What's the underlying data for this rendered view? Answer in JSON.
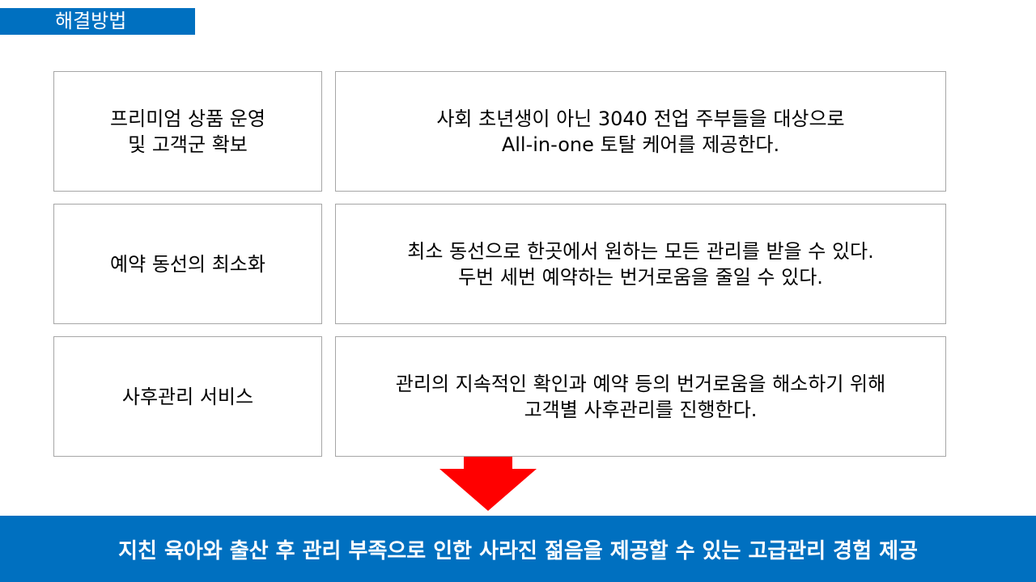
{
  "header": {
    "title": "해결방법"
  },
  "rows": [
    {
      "label": "프리미엄 상품 운영\n및 고객군 확보",
      "description": "사회 초년생이 아닌 3040 전업 주부들을 대상으로\nAll-in-one 토탈 케어를 제공한다."
    },
    {
      "label": "예약 동선의 최소화",
      "description": "최소 동선으로 한곳에서 원하는 모든 관리를 받을 수 있다.\n두번 세번 예약하는 번거로움을 줄일 수 있다."
    },
    {
      "label": "사후관리 서비스",
      "description": "관리의 지속적인 확인과 예약 등의 번거로움을 해소하기 위해\n고객별 사후관리를 진행한다."
    }
  ],
  "arrow": {
    "icon": "down-arrow-icon",
    "color": "#ff0000"
  },
  "footer": {
    "text": "지친 육아와 출산 후 관리 부족으로 인한 사라진 젊음을 제공할 수 있는 고급관리 경험 제공"
  },
  "colors": {
    "accent": "#0070c0",
    "border": "#a6a6a6"
  }
}
